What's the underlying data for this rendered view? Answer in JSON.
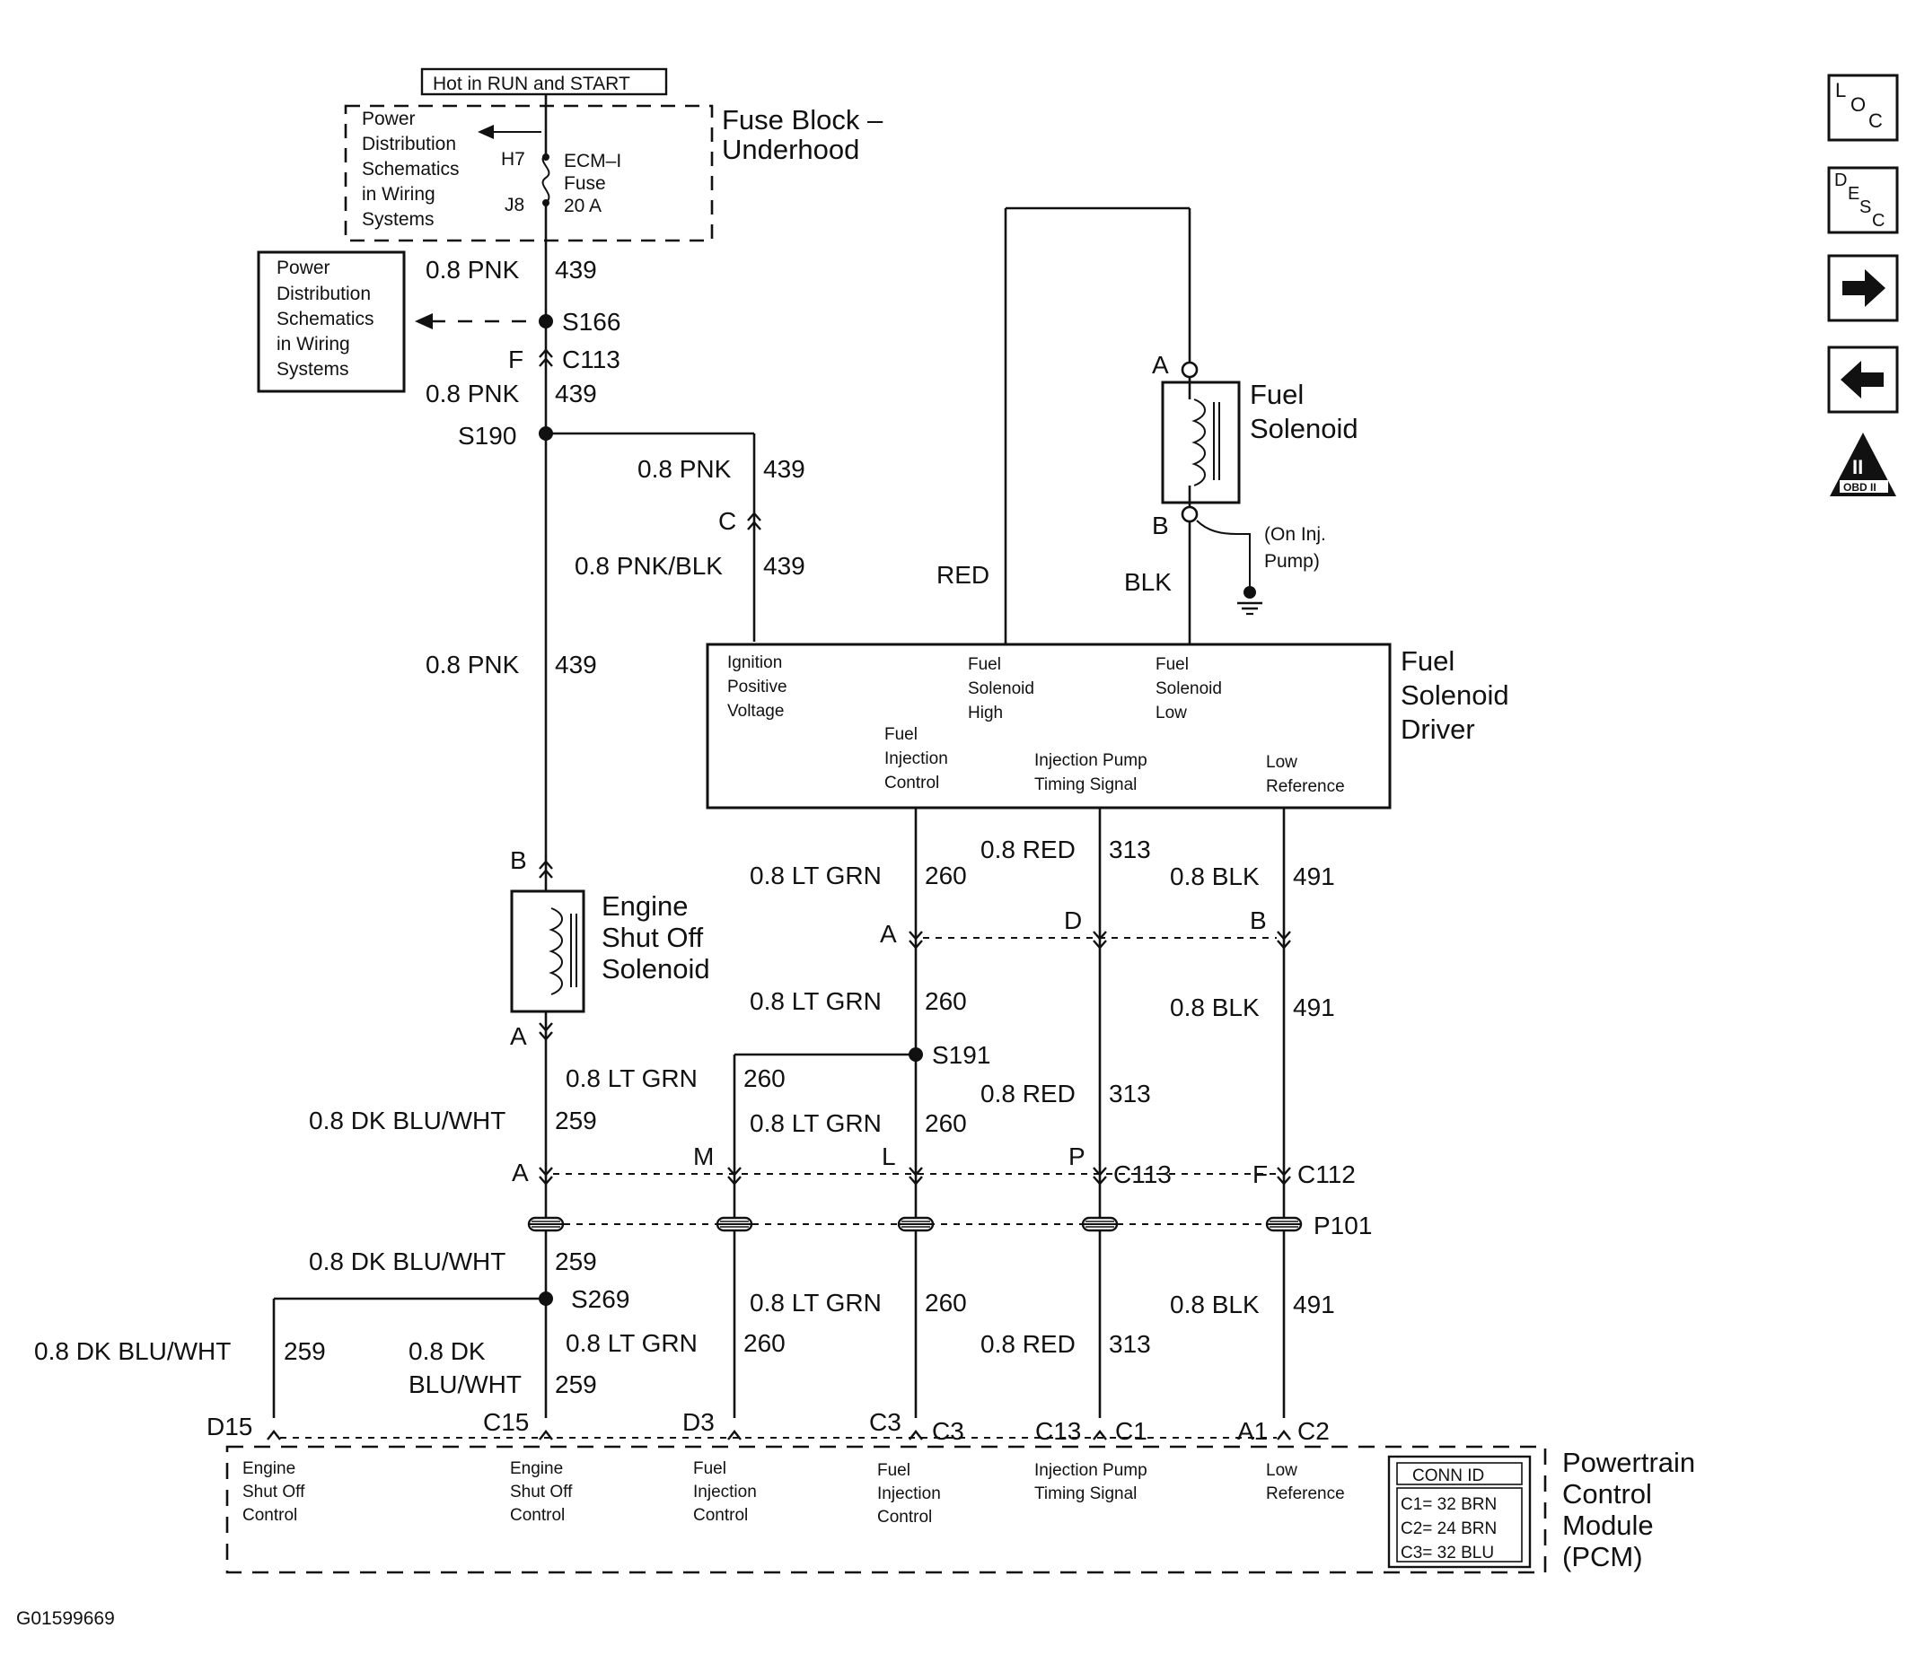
{
  "header": {
    "hot_label": "Hot in RUN and START"
  },
  "fuse_block": {
    "name_line1": "Fuse Block –",
    "name_line2": "Underhood",
    "power_dist": [
      "Power",
      "Distribution",
      "Schematics",
      "in Wiring",
      "Systems"
    ],
    "fuse_lines": [
      "ECM–I",
      "Fuse",
      "20 A"
    ],
    "terminal_top": "H7",
    "terminal_bottom": "J8"
  },
  "power_dist_box": [
    "Power",
    "Distribution",
    "Schematics",
    "in Wiring",
    "Systems"
  ],
  "splices": {
    "s166": "S166",
    "s190": "S190",
    "s191": "S191",
    "s269": "S269"
  },
  "connectors": {
    "f": "F",
    "c113": "C113",
    "c": "C",
    "b": "B",
    "a": "A",
    "ra": "A",
    "rd": "D",
    "rb": "B",
    "a2": "A",
    "m": "M",
    "l": "L",
    "p": "P",
    "c113b": "C113",
    "f2": "F",
    "c112": "C112",
    "p101": "P101",
    "d15": "D15",
    "c15": "C15",
    "d3": "D3",
    "c3a": "C3",
    "c3b": "C3",
    "c13": "C13",
    "c1": "C1",
    "a1": "A1",
    "c2": "C2"
  },
  "wires": {
    "pnk_439_a": {
      "gauge": "0.8 PNK",
      "circuit": "439"
    },
    "pnk_439_b": {
      "gauge": "0.8 PNK",
      "circuit": "439"
    },
    "pnk_439_c": {
      "gauge": "0.8 PNK",
      "circuit": "439"
    },
    "pnkblk_439": {
      "gauge": "0.8 PNK/BLK",
      "circuit": "439"
    },
    "pnk_439_d": {
      "gauge": "0.8 PNK",
      "circuit": "439"
    },
    "red": "RED",
    "blk": "BLK",
    "ltgrn_260_a": {
      "gauge": "0.8 LT GRN",
      "circuit": "260"
    },
    "red_313_a": {
      "gauge": "0.8 RED",
      "circuit": "313"
    },
    "blk_491_a": {
      "gauge": "0.8 BLK",
      "circuit": "491"
    },
    "ltgrn_260_b": {
      "gauge": "0.8 LT GRN",
      "circuit": "260"
    },
    "blk_491_b": {
      "gauge": "0.8 BLK",
      "circuit": "491"
    },
    "ltgrn_260_c": {
      "gauge": "0.8 LT GRN",
      "circuit": "260"
    },
    "red_313_b": {
      "gauge": "0.8 RED",
      "circuit": "313"
    },
    "dkblu_259_a": {
      "gauge": "0.8 DK BLU/WHT",
      "circuit": "259"
    },
    "ltgrn_260_d": {
      "gauge": "0.8 LT GRN",
      "circuit": "260"
    },
    "dkblu_259_b": {
      "gauge": "0.8 DK BLU/WHT",
      "circuit": "259"
    },
    "ltgrn_260_e": {
      "gauge": "0.8 LT GRN",
      "circuit": "260"
    },
    "blk_491_c": {
      "gauge": "0.8 BLK",
      "circuit": "491"
    },
    "dkblu_259_c": {
      "gauge": "0.8 DK BLU/WHT",
      "circuit": "259"
    },
    "dkblu_259_d": {
      "gauge_line1": "0.8 DK",
      "gauge_line2": "BLU/WHT",
      "circuit": "259"
    },
    "ltgrn_260_f": {
      "gauge": "0.8 LT GRN",
      "circuit": "260"
    },
    "red_313_c": {
      "gauge": "0.8 RED",
      "circuit": "313"
    }
  },
  "fuel_solenoid": {
    "name_line1": "Fuel",
    "name_line2": "Solenoid",
    "pin_a": "A",
    "pin_b": "B",
    "ground_note": [
      "(On Inj.",
      "Pump)"
    ]
  },
  "engine_shutoff": {
    "lines": [
      "Engine",
      "Shut Off",
      "Solenoid"
    ]
  },
  "driver": {
    "name": [
      "Fuel",
      "Solenoid",
      "Driver"
    ],
    "ignition": [
      "Ignition",
      "Positive",
      "Voltage"
    ],
    "sol_high": [
      "Fuel",
      "Solenoid",
      "High"
    ],
    "sol_low": [
      "Fuel",
      "Solenoid",
      "Low"
    ],
    "inj_control": [
      "Fuel",
      "Injection",
      "Control"
    ],
    "timing": [
      "Injection Pump",
      "Timing Signal"
    ],
    "low_ref": [
      "Low",
      "Reference"
    ]
  },
  "pcm": {
    "name": [
      "Powertrain",
      "Control",
      "Module",
      "(PCM)"
    ],
    "pin_d15": [
      "Engine",
      "Shut Off",
      "Control"
    ],
    "pin_c15": [
      "Engine",
      "Shut Off",
      "Control"
    ],
    "pin_d3": [
      "Fuel",
      "Injection",
      "Control"
    ],
    "pin_c3": [
      "Fuel",
      "Injection",
      "Control"
    ],
    "pin_c13": [
      "Injection Pump",
      "Timing Signal"
    ],
    "pin_a1": [
      "Low",
      "Reference"
    ],
    "conn_id": {
      "title": "CONN ID",
      "rows": [
        "C1= 32 BRN",
        "C2= 24 BRN",
        "C3= 32 BLU"
      ]
    }
  },
  "side_icons": {
    "loc": [
      "L",
      "O",
      "C"
    ],
    "desc": [
      "D",
      "E",
      "S",
      "C"
    ],
    "obd": "OBD II",
    "obd_roman": "II"
  },
  "footer": {
    "figure_id": "G01599669"
  }
}
